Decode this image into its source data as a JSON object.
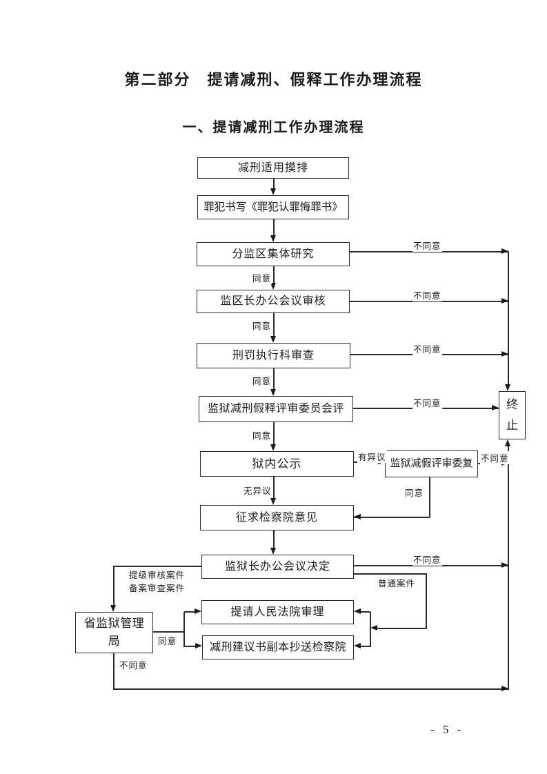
{
  "page": {
    "title": "第二部分　提请减刑、假释工作办理流程",
    "subtitle": "一、提请减刑工作办理流程",
    "page_number": "- 5 -"
  },
  "flowchart": {
    "nodes": {
      "screening": {
        "label": "减刑适用摸排"
      },
      "write_letter": {
        "label": "罪犯书写《罪犯认罪悔罪书》"
      },
      "subdistrict_research": {
        "label": "分监区集体研究"
      },
      "district_meeting_review": {
        "label": "监区长办公会议审核"
      },
      "penalty_dept_review": {
        "label": "刑罚执行科审查"
      },
      "prison_committee_eval": {
        "label": "监狱减刑假释评审委员会评"
      },
      "prison_publicity": {
        "label": "狱内公示"
      },
      "procuratorate_opinion": {
        "label": "征求检察院意见"
      },
      "warden_meeting_decision": {
        "label": "监狱长办公会议决定"
      },
      "court_hearing": {
        "label": "提请人民法院审理"
      },
      "copy_to_procuratorate": {
        "label": "减刑建议书副本抄送检察院"
      },
      "provincial_prison_bureau": {
        "label": "省监狱管理局"
      },
      "terminate": {
        "label": "终止"
      },
      "committee_recheck": {
        "label": "监狱减假评审委复"
      }
    },
    "edge_labels": {
      "agree": "同意",
      "disagree": "不同意",
      "no_objection": "无异议",
      "objection": "有异议",
      "ordinary_case": "普通案件",
      "escalated_case": "提级审核案件",
      "filed_case": "备案审查案件"
    },
    "edges": [
      {
        "from": "screening",
        "to": "write_letter",
        "label": ""
      },
      {
        "from": "write_letter",
        "to": "subdistrict_research",
        "label": ""
      },
      {
        "from": "subdistrict_research",
        "to": "district_meeting_review",
        "label": "同意"
      },
      {
        "from": "subdistrict_research",
        "to": "terminate",
        "label": "不同意"
      },
      {
        "from": "district_meeting_review",
        "to": "penalty_dept_review",
        "label": "同意"
      },
      {
        "from": "district_meeting_review",
        "to": "terminate",
        "label": "不同意"
      },
      {
        "from": "penalty_dept_review",
        "to": "prison_committee_eval",
        "label": "同意"
      },
      {
        "from": "penalty_dept_review",
        "to": "terminate",
        "label": "不同意"
      },
      {
        "from": "prison_committee_eval",
        "to": "prison_publicity",
        "label": "同意"
      },
      {
        "from": "prison_committee_eval",
        "to": "terminate",
        "label": "不同意"
      },
      {
        "from": "prison_publicity",
        "to": "procuratorate_opinion",
        "label": "无异议"
      },
      {
        "from": "prison_publicity",
        "to": "committee_recheck",
        "label": "有异议"
      },
      {
        "from": "committee_recheck",
        "to": "procuratorate_opinion",
        "label": "同意"
      },
      {
        "from": "committee_recheck",
        "to": "terminate",
        "label": "不同意"
      },
      {
        "from": "procuratorate_opinion",
        "to": "warden_meeting_decision",
        "label": ""
      },
      {
        "from": "warden_meeting_decision",
        "to": "terminate",
        "label": "不同意"
      },
      {
        "from": "warden_meeting_decision",
        "to": "provincial_prison_bureau",
        "label": "提级审核案件 备案审查案件"
      },
      {
        "from": "warden_meeting_decision",
        "to": "court_hearing",
        "label": "普通案件"
      },
      {
        "from": "warden_meeting_decision",
        "to": "copy_to_procuratorate",
        "label": "普通案件"
      },
      {
        "from": "provincial_prison_bureau",
        "to": "court_hearing",
        "label": "同意"
      },
      {
        "from": "provincial_prison_bureau",
        "to": "copy_to_procuratorate",
        "label": "同意"
      },
      {
        "from": "provincial_prison_bureau",
        "to": "terminate",
        "label": "不同意"
      }
    ]
  }
}
